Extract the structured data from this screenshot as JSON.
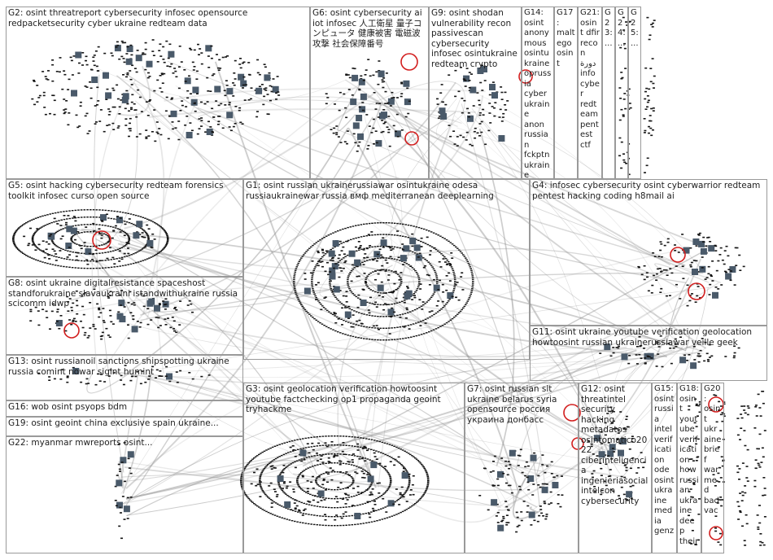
{
  "groups": [
    {
      "id": "G2",
      "label": "G2: osint threatreport cybersecurity infosec opensource redpacketsecurity cyber ukraine redteam data"
    },
    {
      "id": "G6",
      "label": "G6: osint cybersecurity ai iot infosec 人工衛星 量子コンピュータ 健康被害 電磁波攻撃 社会保障番号"
    },
    {
      "id": "G9",
      "label": "G9: osint shodan vulnerability recon passivescan cybersecurity infosec osintukraine redteam crypto"
    },
    {
      "id": "G14",
      "label": "G14: osint anonymous osintukraine oprussia cyber ukraine anon russian fckptn ukraine"
    },
    {
      "id": "G17",
      "label": "G17: maltego osint"
    },
    {
      "id": "G21",
      "label": "G21: osint dfir recon دورة info cyber redteam pentest ctf"
    },
    {
      "id": "G23",
      "label": "G23: ..."
    },
    {
      "id": "G24",
      "label": "G24: ..."
    },
    {
      "id": "G25",
      "label": "G25: ..."
    },
    {
      "id": "G5",
      "label": "G5: osint hacking cybersecurity redteam forensics toolkit infosec curso open source"
    },
    {
      "id": "G1",
      "label": "G1: osint russian ukrainerussiawar osintukraine odesa russiaukrainewar russia вмф mediterranean deeplearning"
    },
    {
      "id": "G4",
      "label": "G4: infosec cybersecurity osint cyberwarrior redteam pentest hacking coding h8mail ai"
    },
    {
      "id": "G8",
      "label": "G8: osint ukraine digitalresistance spaceshost standforukraine slavaukraini istandwithukraine russia scicomm idwp"
    },
    {
      "id": "G11",
      "label": "G11: osint ukraine youtube verification geolocation howtoosint russian ukrainerussiawar veille geek"
    },
    {
      "id": "G13",
      "label": "G13: osint russianoil sanctions shipspotting ukraine russia comint nowar sigint humint"
    },
    {
      "id": "G3",
      "label": "G3: osint geolocation verification howtoosint youtube factchecking op1 propaganda geoint tryhackme"
    },
    {
      "id": "G7",
      "label": "G7: osint russian slt ukraine belarus syria opensource россия украина донбасс"
    },
    {
      "id": "G12",
      "label": "G12: osint threatintel security hacking metadatos osintomatico2022 ciberinteligencia ingenieriasocial intelcon cybersecurity"
    },
    {
      "id": "G15",
      "label": "G15: osint russia intel verification ode osint ukraine media genz"
    },
    {
      "id": "G18",
      "label": "G18: osint youtube verification how russian ukraine deep their"
    },
    {
      "id": "G20",
      "label": "G20: osint ukraine brief war med bad vac"
    },
    {
      "id": "G16",
      "label": "G16: wob osint psyops bdm"
    },
    {
      "id": "G19",
      "label": "G19: osint geoint china exclusive spain ukraine..."
    },
    {
      "id": "G22",
      "label": "G22: myanmar mwreports osint..."
    }
  ],
  "colors": {
    "border": "#9a9a9a",
    "edge": "#8c8c8c",
    "node": "#151515",
    "ring": "#d21e1e",
    "label": "#1e1e1e"
  }
}
